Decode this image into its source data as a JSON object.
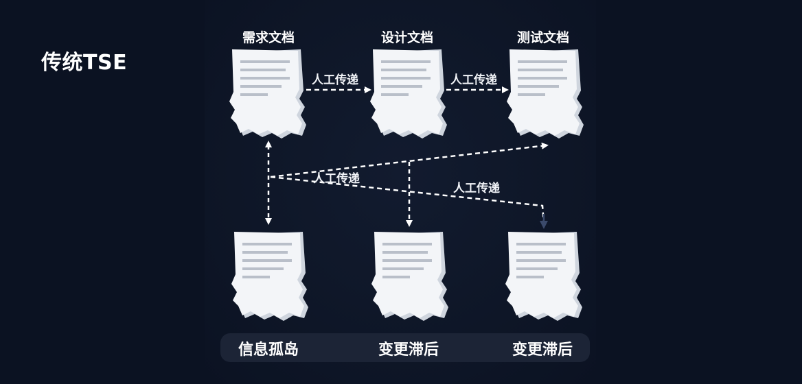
{
  "title": "传统TSE",
  "top_docs": [
    "需求文档",
    "设计文档",
    "测试文档"
  ],
  "edge_labels": {
    "req_to_design": "人工传递",
    "design_to_test": "人工传递",
    "cross_left": "人工传递",
    "cross_right": "人工传递"
  },
  "footer": [
    "信息孤岛",
    "变更滞后",
    "变更滞后"
  ],
  "colors": {
    "background": "#0b1222",
    "paper": "#f3f5f8",
    "arrow": "#ffffff",
    "footer_bar": "#1c2436"
  }
}
